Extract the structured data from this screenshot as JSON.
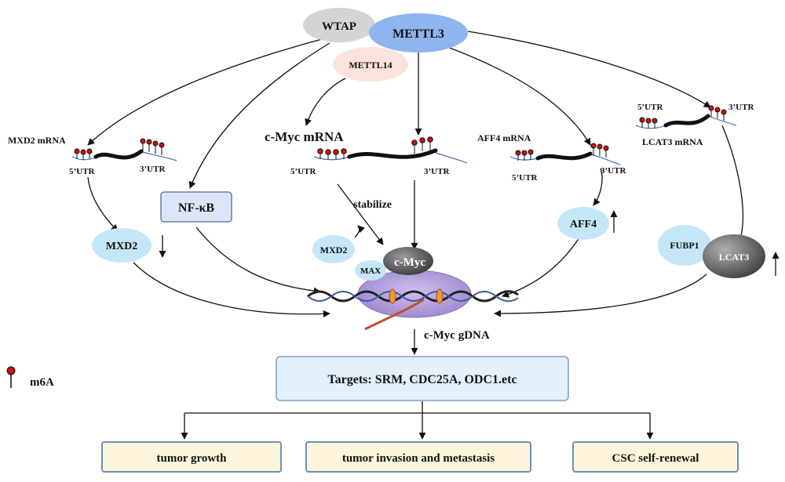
{
  "nodes": {
    "wtap": "WTAP",
    "mettl3": "METTL3",
    "mettl14": "METTL14",
    "mxd2_mrna": "MXD2 mRNA",
    "cmyc_mrna": "c-Myc mRNA",
    "aff4_mrna": "AFF4 mRNA",
    "lcat3_mrna": "LCAT3 mRNA",
    "utr5": "5’UTR",
    "utr3": "3’UTR",
    "nfkb": "NF-κB",
    "stabilize": "stabilize",
    "mxd2": "MXD2",
    "mxd2_small": "MXD2",
    "max": "MAX",
    "cmyc": "c-Myc",
    "aff4": "AFF4",
    "fubp1": "FUBP1",
    "lcat3": "LCAT3",
    "cmyc_gdna": "c-Myc gDNA",
    "targets": "Targets: SRM, CDC25A, ODC1.etc",
    "legend_m6a": "m6A"
  },
  "outcomes": [
    "tumor growth",
    "tumor invasion and metastasis",
    "CSC self-renewal"
  ],
  "colors": {
    "wtap": "#d4d4d4",
    "mettl3": "#8fb4ee",
    "mettl14": "#fbe3db",
    "light_blue": "#c5e6f7",
    "nfkb_fill": "#dde6f6",
    "targets_fill": "#e2f0fb",
    "outcome_fill": "#fdf6dc",
    "outcome_border": "#6a8fb8",
    "m6a_red": "#cc1111",
    "complex_purple": "#b8a6dc"
  }
}
